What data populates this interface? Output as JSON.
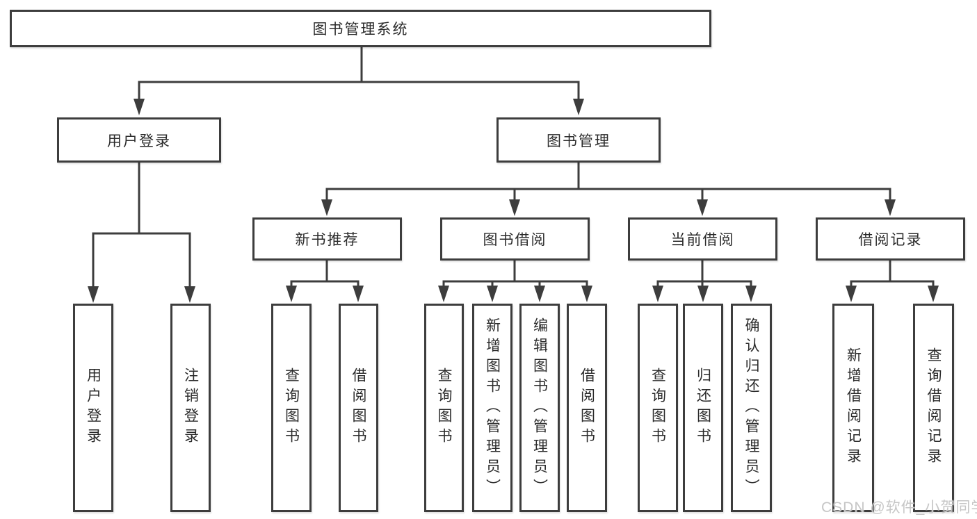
{
  "tree": {
    "label": "图书管理系统",
    "children": [
      {
        "label": "用户登录",
        "children": [
          {
            "label": "用户登录"
          },
          {
            "label": "注销登录"
          }
        ]
      },
      {
        "label": "图书管理",
        "children": [
          {
            "label": "新书推荐",
            "children": [
              {
                "label": "查询图书"
              },
              {
                "label": "借阅图书"
              }
            ]
          },
          {
            "label": "图书借阅",
            "children": [
              {
                "label": "查询图书"
              },
              {
                "label": "新增图书（管理员）"
              },
              {
                "label": "编辑图书（管理员）"
              },
              {
                "label": "借阅图书"
              }
            ]
          },
          {
            "label": "当前借阅",
            "children": [
              {
                "label": "查询图书"
              },
              {
                "label": "归还图书"
              },
              {
                "label": "确认归还（管理员）"
              }
            ]
          },
          {
            "label": "借阅记录",
            "children": [
              {
                "label": "新增借阅记录"
              },
              {
                "label": "查询借阅记录"
              }
            ]
          }
        ]
      }
    ]
  },
  "watermark": {
    "text": "CSDN @软件_小贺同学"
  },
  "colors": {
    "line": "#3d3d3d",
    "text": "#2b2b2b",
    "watermark": "#c6c6c6",
    "background": "#ffffff"
  }
}
